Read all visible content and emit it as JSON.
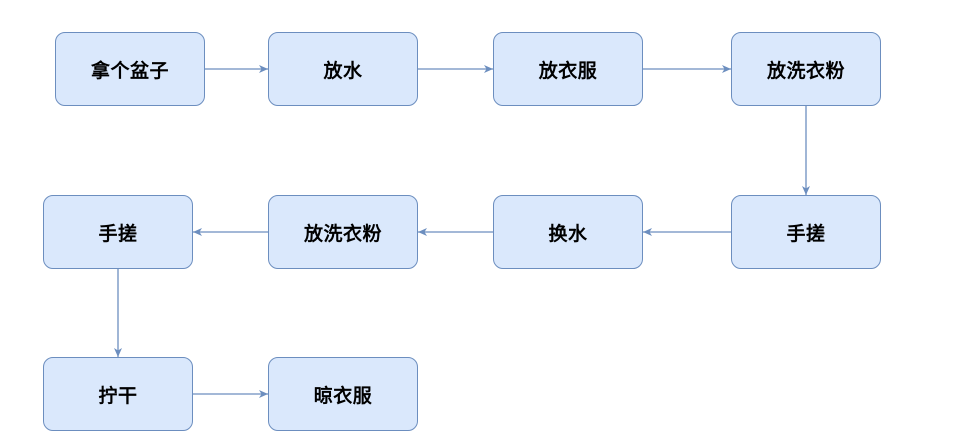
{
  "diagram": {
    "nodes": [
      {
        "id": "n1",
        "label": "拿个盆子"
      },
      {
        "id": "n2",
        "label": "放水"
      },
      {
        "id": "n3",
        "label": "放衣服"
      },
      {
        "id": "n4",
        "label": "放洗衣粉"
      },
      {
        "id": "n5",
        "label": "手搓"
      },
      {
        "id": "n6",
        "label": "换水"
      },
      {
        "id": "n7",
        "label": "放洗衣粉"
      },
      {
        "id": "n8",
        "label": "手搓"
      },
      {
        "id": "n9",
        "label": "拧干"
      },
      {
        "id": "n10",
        "label": "晾衣服"
      }
    ],
    "edges": [
      {
        "from": "n1",
        "to": "n2"
      },
      {
        "from": "n2",
        "to": "n3"
      },
      {
        "from": "n3",
        "to": "n4"
      },
      {
        "from": "n4",
        "to": "n5"
      },
      {
        "from": "n5",
        "to": "n6"
      },
      {
        "from": "n6",
        "to": "n7"
      },
      {
        "from": "n7",
        "to": "n8"
      },
      {
        "from": "n8",
        "to": "n9"
      },
      {
        "from": "n9",
        "to": "n10"
      }
    ],
    "colors": {
      "node_fill": "#dae8fc",
      "node_stroke": "#6c8ebf",
      "edge": "#6c8ebf",
      "text": "#000000"
    }
  }
}
